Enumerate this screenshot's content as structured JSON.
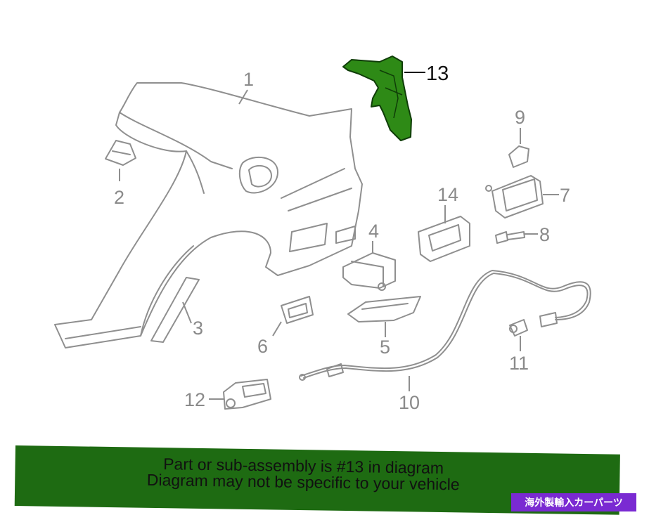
{
  "diagram": {
    "callouts": [
      "1",
      "2",
      "3",
      "4",
      "5",
      "6",
      "7",
      "8",
      "9",
      "10",
      "11",
      "12",
      "13",
      "14"
    ],
    "highlighted_part": "13",
    "colors": {
      "highlight": "#2e8a16",
      "line": "#8f8f8f",
      "banner": "#1e6b12",
      "badge": "#7a2ad2"
    }
  },
  "notice": {
    "line1": "Part or sub-assembly is #13 in diagram",
    "line2": "Diagram may not be specific to your vehicle"
  },
  "badge": {
    "text": "海外製輸入カーパーツ"
  }
}
